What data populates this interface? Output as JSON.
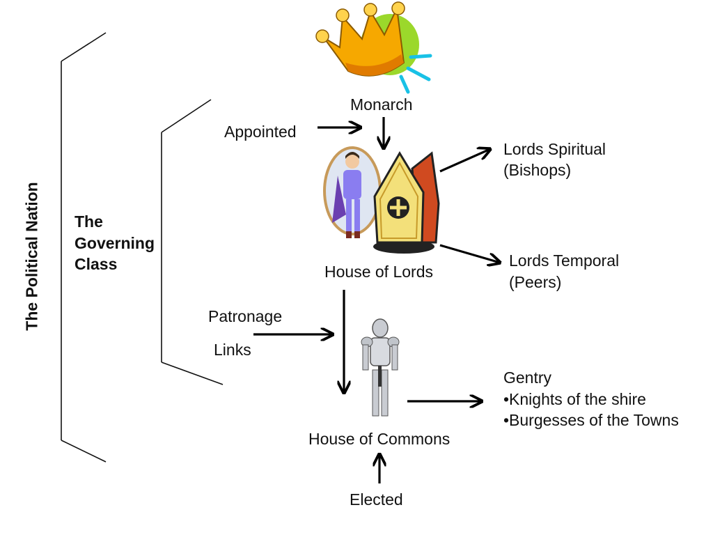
{
  "side_label": "The Political Nation",
  "governing_class": [
    "The",
    "Governing",
    "Class"
  ],
  "nodes": {
    "monarch": "Monarch",
    "house_of_lords": "House of Lords",
    "house_of_commons": "House of Commons"
  },
  "annotations": {
    "appointed": "Appointed",
    "patronage": "Patronage",
    "links": "Links",
    "elected": "Elected"
  },
  "lords_spiritual": [
    "Lords Spiritual",
    "(Bishops)"
  ],
  "lords_temporal": [
    "Lords Temporal",
    "(Peers)"
  ],
  "commons_members": [
    "Gentry",
    "•Knights of the shire",
    "•Burgesses of the Towns"
  ],
  "icons": [
    "crown-icon",
    "prince-icon",
    "mitre-icon",
    "knight-armour-icon"
  ],
  "colors": {
    "crown": "#f6a800",
    "glow": "#9bd82b",
    "rays": "#19c1e6",
    "mitre": "#f3e07a",
    "prince": "#8a7df0"
  }
}
